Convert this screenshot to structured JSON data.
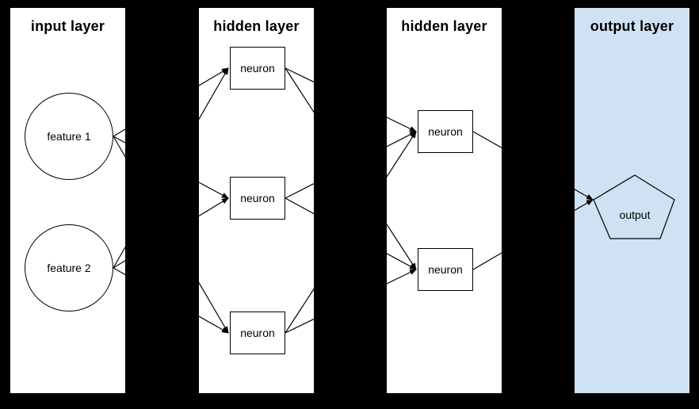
{
  "diagram": {
    "type": "neural-network",
    "colors": {
      "background": "#000000",
      "layer_background": "#ffffff",
      "output_layer_background": "#cfe2f3",
      "stroke": "#000000",
      "text": "#000000"
    },
    "layers": [
      {
        "title": "input layer",
        "nodes": [
          {
            "id": "feature1",
            "label": "feature 1",
            "shape": "circle"
          },
          {
            "id": "feature2",
            "label": "feature 2",
            "shape": "circle"
          }
        ]
      },
      {
        "title": "hidden layer",
        "nodes": [
          {
            "id": "h1n1",
            "label": "neuron",
            "shape": "rect"
          },
          {
            "id": "h1n2",
            "label": "neuron",
            "shape": "rect"
          },
          {
            "id": "h1n3",
            "label": "neuron",
            "shape": "rect"
          }
        ]
      },
      {
        "title": "hidden layer",
        "nodes": [
          {
            "id": "h2n1",
            "label": "neuron",
            "shape": "rect"
          },
          {
            "id": "h2n2",
            "label": "neuron",
            "shape": "rect"
          }
        ]
      },
      {
        "title": "output layer",
        "nodes": [
          {
            "id": "output",
            "label": "output",
            "shape": "pentagon"
          }
        ]
      }
    ],
    "edges": [
      {
        "from": "feature1",
        "to": "h1n1"
      },
      {
        "from": "feature1",
        "to": "h1n2"
      },
      {
        "from": "feature1",
        "to": "h1n3"
      },
      {
        "from": "feature2",
        "to": "h1n1"
      },
      {
        "from": "feature2",
        "to": "h1n2"
      },
      {
        "from": "feature2",
        "to": "h1n3"
      },
      {
        "from": "h1n1",
        "to": "h2n1"
      },
      {
        "from": "h1n1",
        "to": "h2n2"
      },
      {
        "from": "h1n2",
        "to": "h2n1"
      },
      {
        "from": "h1n2",
        "to": "h2n2"
      },
      {
        "from": "h1n3",
        "to": "h2n1"
      },
      {
        "from": "h1n3",
        "to": "h2n2"
      },
      {
        "from": "h2n1",
        "to": "output"
      },
      {
        "from": "h2n2",
        "to": "output"
      }
    ]
  }
}
